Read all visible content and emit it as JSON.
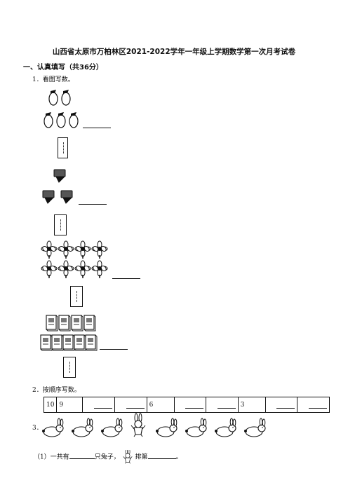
{
  "title": "山西省太原市万柏林区2021-2022学年一年级上学期数学第一次月考试卷",
  "section1": "一、认真填写（共36分）",
  "q1": "1．看图写数。",
  "q2": "2．按顺序写数。",
  "q3": "3．",
  "sequence": [
    "10",
    "9",
    "",
    "",
    "6",
    "",
    "",
    "3",
    "",
    ""
  ],
  "q3_sub": {
    "prefix": "（1）一共有",
    "middle": "只兔子，",
    "rank": "排第",
    "end": "。"
  }
}
